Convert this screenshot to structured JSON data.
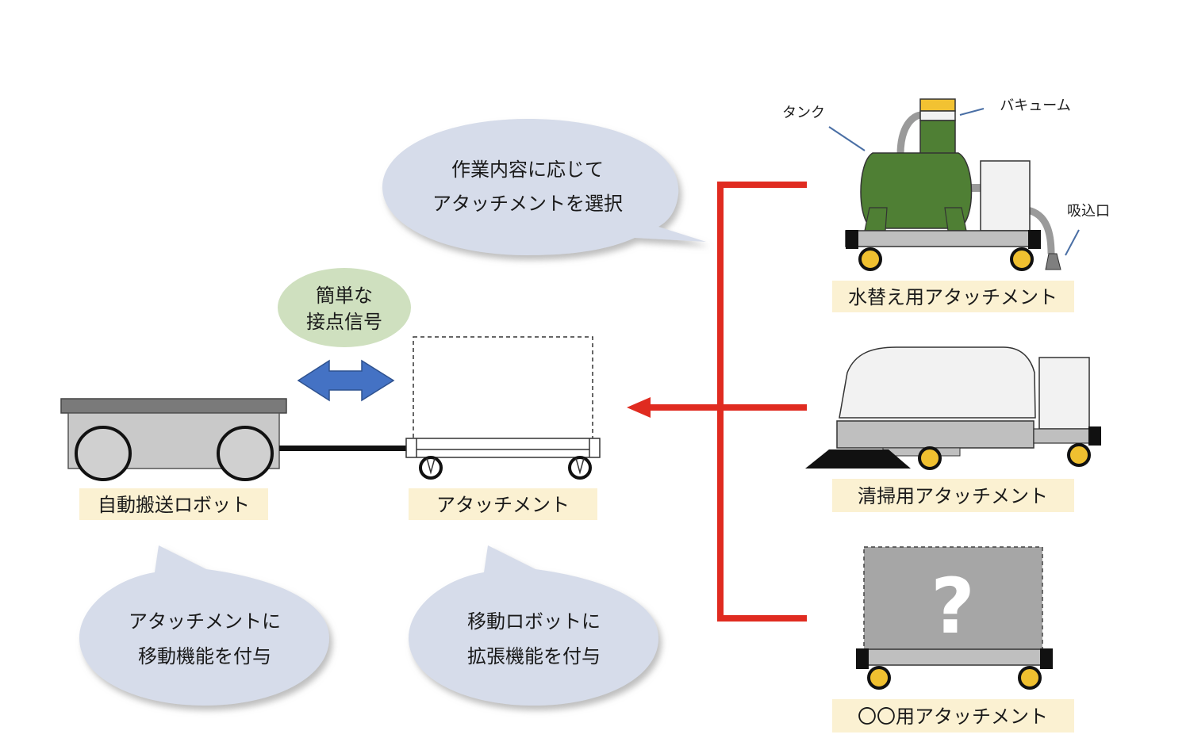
{
  "colors": {
    "bubble_blue": "#d6dcea",
    "bubble_green": "#cfe0bf",
    "caption_bg": "#fbf1d2",
    "arrow_red": "#e02b20",
    "arrow_blue": "#4472c4",
    "tank_green": "#4f7f34",
    "vacuum_yellow": "#f2c232",
    "wheel_yellow": "#f0c030",
    "robot_gray": "#c9c9c9",
    "robot_top": "#7a7a7a",
    "unknown_gray": "#a6a6a6"
  },
  "bubbles": {
    "select": [
      "作業内容に応じて",
      "アタッチメントを選択"
    ],
    "signal": [
      "簡単な",
      "接点信号"
    ],
    "robot_benefit": [
      "アタッチメントに",
      "移動機能を付与"
    ],
    "attachment_benefit": [
      "移動ロボットに",
      "拡張機能を付与"
    ]
  },
  "captions": {
    "robot": "自動搬送ロボット",
    "attachment": "アタッチメント",
    "water": "水替え用アタッチメント",
    "cleaning": "清掃用アタッチメント",
    "other": "〇〇用アタッチメント"
  },
  "part_labels": {
    "tank": "タンク",
    "vacuum": "バキューム",
    "inlet": "吸込口"
  },
  "unknown_mark": "?"
}
